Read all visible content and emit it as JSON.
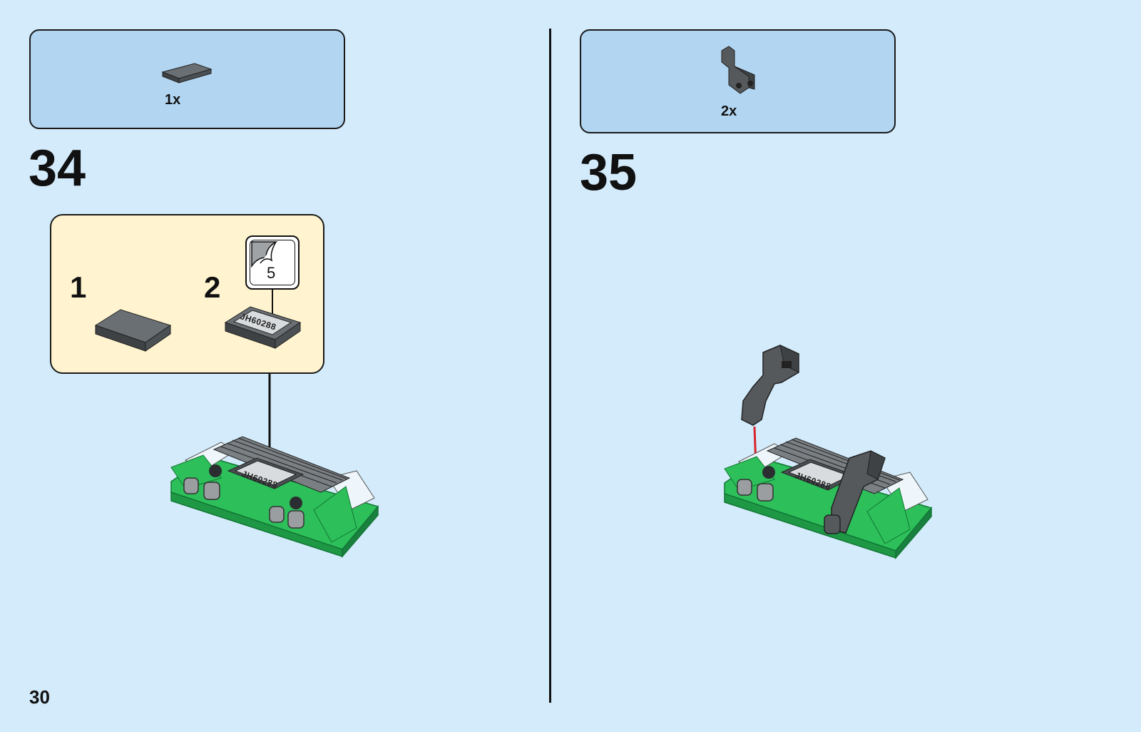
{
  "page": {
    "number": "30"
  },
  "steps": [
    {
      "number": "34",
      "parts": [
        {
          "qty": "1x",
          "part": "dark-gray-tile-1x2"
        }
      ],
      "substeps": [
        {
          "number": "1"
        },
        {
          "number": "2",
          "sticker": {
            "number": "5",
            "text": "JH60288"
          }
        }
      ],
      "model_sticker_text": "JH60288"
    },
    {
      "number": "35",
      "parts": [
        {
          "qty": "2x",
          "part": "dark-gray-bracket-arm"
        }
      ],
      "model_sticker_text": "JH60288"
    }
  ],
  "colors": {
    "page_bg": "#d3ebfb",
    "parts_box_bg": "#b2d6f2",
    "sub_box_bg": "#fff4cf",
    "brick_green": "#2dbf5a",
    "brick_dark_gray": "#555a5e",
    "arrow_red": "#d8232a"
  }
}
